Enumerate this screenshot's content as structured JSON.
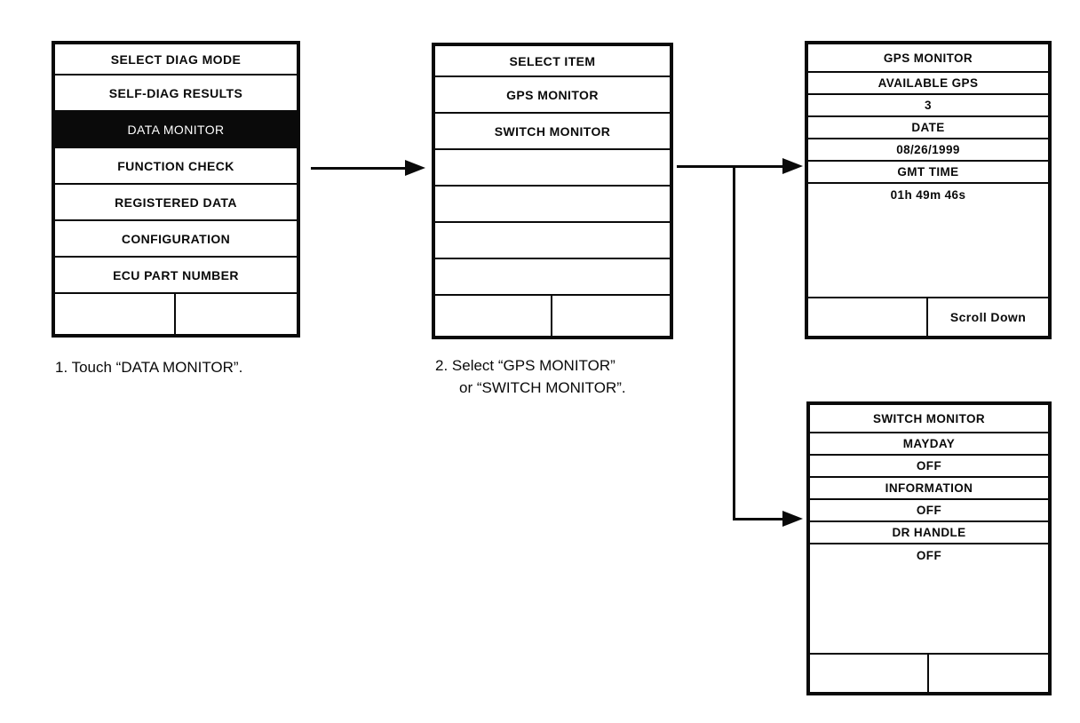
{
  "panels": {
    "diag_mode": {
      "title": "SELECT DIAG MODE",
      "items": [
        "SELF-DIAG RESULTS",
        "DATA MONITOR",
        "FUNCTION CHECK",
        "REGISTERED DATA",
        "CONFIGURATION",
        "ECU PART NUMBER"
      ],
      "selected_item": "DATA MONITOR"
    },
    "select_item": {
      "title": "SELECT ITEM",
      "items": [
        "GPS MONITOR",
        "SWITCH MONITOR",
        "",
        "",
        "",
        ""
      ]
    },
    "gps_monitor": {
      "title": "GPS MONITOR",
      "rows": [
        "AVAILABLE GPS",
        "3",
        "DATE",
        "08/26/1999",
        "GMT TIME",
        "01h 49m 46s"
      ],
      "footer_left": "",
      "footer_right": "Scroll Down"
    },
    "switch_monitor": {
      "title": "SWITCH MONITOR",
      "rows": [
        "MAYDAY",
        "OFF",
        "INFORMATION",
        "OFF",
        "DR HANDLE",
        "OFF"
      ],
      "footer_left": "",
      "footer_right": ""
    }
  },
  "captions": {
    "step1": "1. Touch “DATA MONITOR”.",
    "step2_line1": "2. Select “GPS MONITOR”",
    "step2_line2": "or “SWITCH MONITOR”."
  },
  "colors": {
    "ink": "#0a0a0a",
    "paper": "#ffffff",
    "selected_bg": "#000000",
    "selected_text": "#ffffff"
  }
}
